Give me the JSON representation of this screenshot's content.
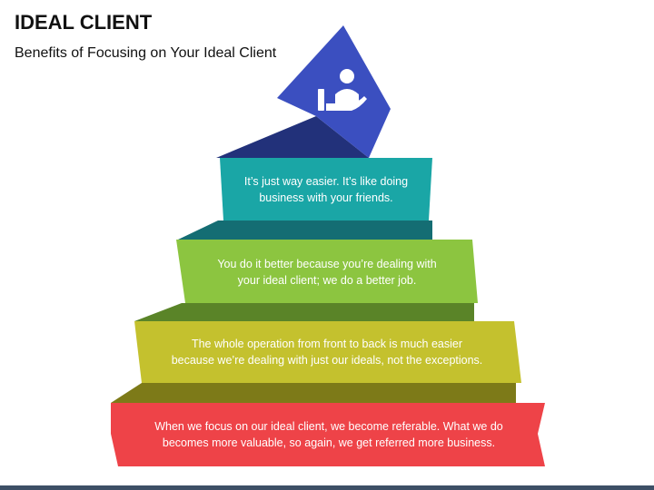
{
  "header": {
    "title": "IDEAL CLIENT",
    "subtitle": "Benefits of Focusing on Your Ideal Client"
  },
  "icon": {
    "name": "client-hand-icon"
  },
  "steps": [
    {
      "text": "It’s just way easier. It’s like doing\nbusiness with your friends.",
      "color": "#1aa6a6",
      "shade": "#146d73"
    },
    {
      "text": "You do it better because you’re dealing with\nyour ideal client; we do a better job.",
      "color": "#8cc540",
      "shade": "#5a8428"
    },
    {
      "text": "The whole operation from front to back is much easier\nbecause we’re dealing with just our ideals, not the exceptions.",
      "color": "#c4c12e",
      "shade": "#7d7a18"
    },
    {
      "text": "When we focus on our ideal client, we become referable. What we do\nbecomes more valuable, so again, we get referred more business.",
      "color": "#ee4348",
      "shade": "#9a2a2e"
    }
  ],
  "colors": {
    "top_triangle": "#3b4fc0",
    "top_triangle_shade": "#22317a",
    "footer": "#3d4f66"
  }
}
